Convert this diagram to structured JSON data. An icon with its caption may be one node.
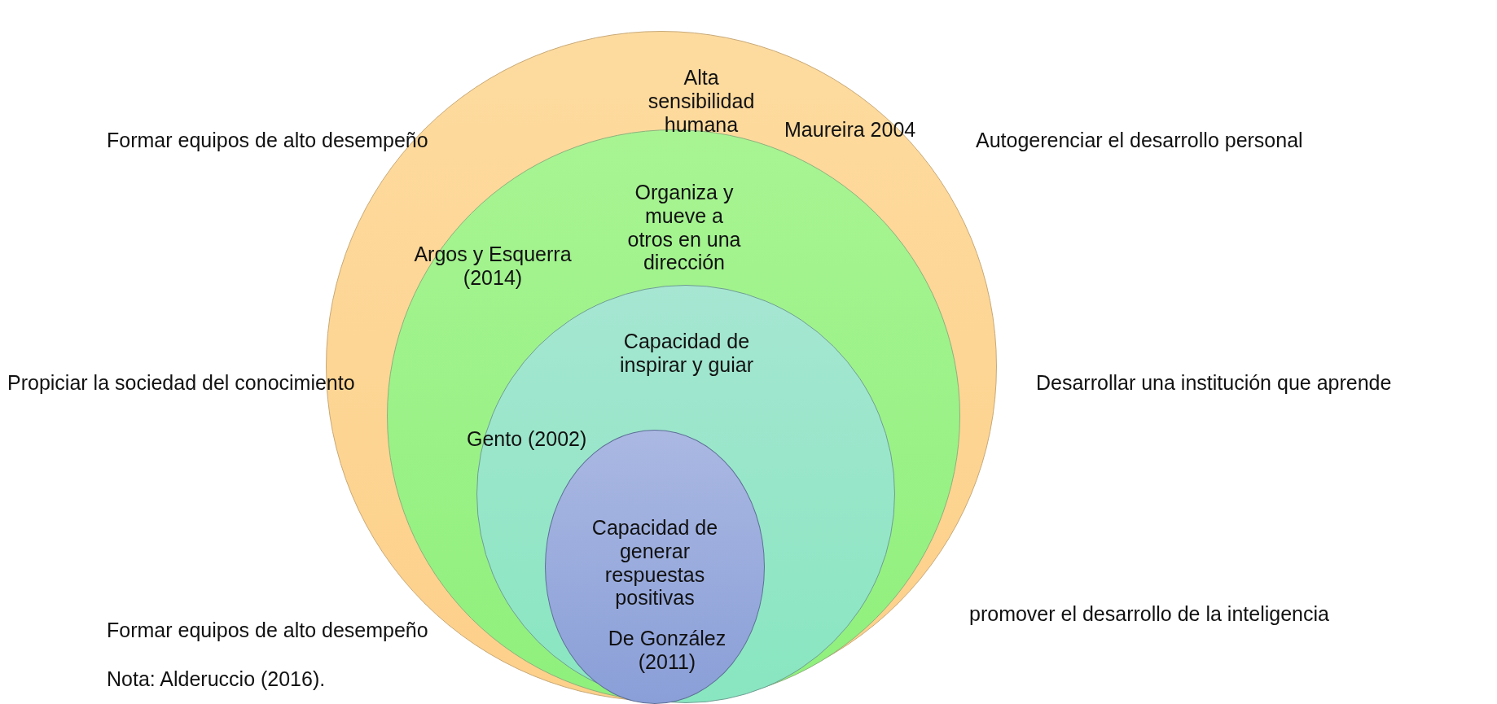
{
  "diagram": {
    "nodes": [
      {
        "text": [
          "Alta sensibilidad humana",
          "Maureira 2004"
        ]
      },
      {
        "text": [
          "Organiza y mueve a otros en una dirección",
          "Argos y Esquerra (2014)"
        ],
        "in": 0
      },
      {
        "text": [
          "Capacidad de inspirar y guiar",
          "Gento (2002)"
        ],
        "in": 1
      },
      {
        "text": [
          "Capacidad de generar respuestas positivas",
          "De González (2011)"
        ],
        "in": 2
      }
    ],
    "labels": [
      "Formar equipos de alto desempeño",
      "Autogerenciar el desarrollo personal",
      "Propiciar la sociedad del conocimiento",
      "Desarrollar una institución que aprende",
      "promover el desarrollo de la inteligencia",
      "Formar equipos de alto desempeño",
      "Nota: Alderuccio (2016)."
    ]
  }
}
